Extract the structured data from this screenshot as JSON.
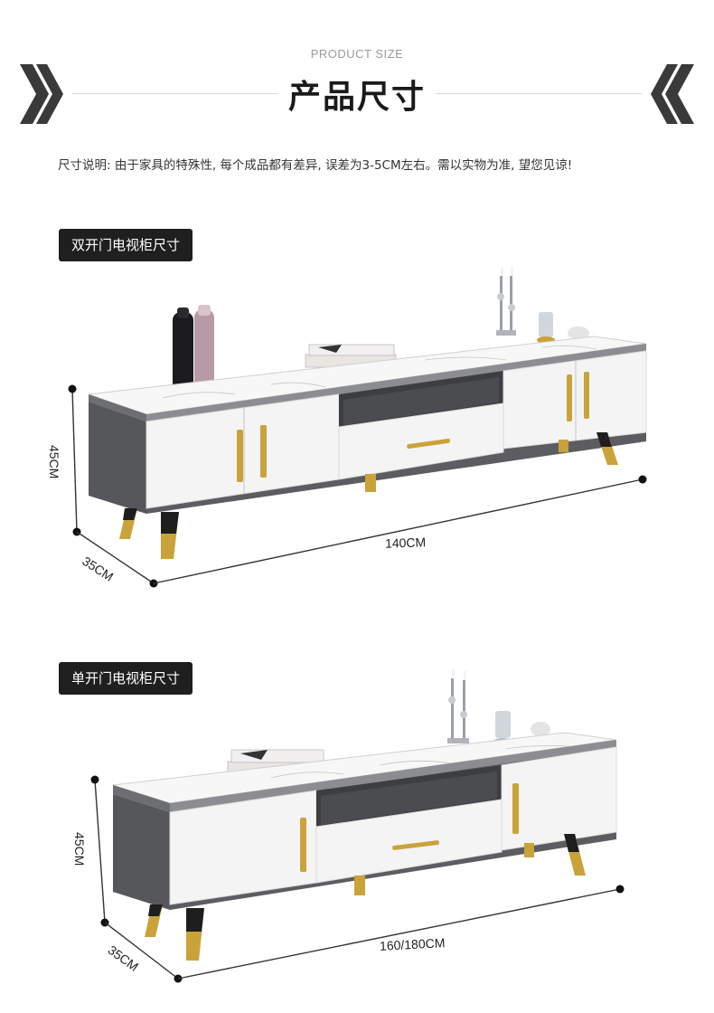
{
  "header": {
    "subtitle": "PRODUCT SIZE",
    "title": "产品尺寸",
    "note": "尺寸说明: 由于家具的特殊性, 每个成品都有差异, 误差为3-5CM左右。需以实物为准, 望您见谅!"
  },
  "sections": [
    {
      "label": "双开门电视柜尺寸",
      "height": "45CM",
      "depth": "35CM",
      "width": "140CM"
    },
    {
      "label": "单开门电视柜尺寸",
      "height": "45CM",
      "depth": "35CM",
      "width": "160/180CM"
    }
  ],
  "colors": {
    "cabinet_body": "#5b5d60",
    "door_white": "#f4f4f4",
    "gold": "#c9a23a",
    "marble": "#f7f7f7",
    "label_bg": "#1f1f1f"
  }
}
